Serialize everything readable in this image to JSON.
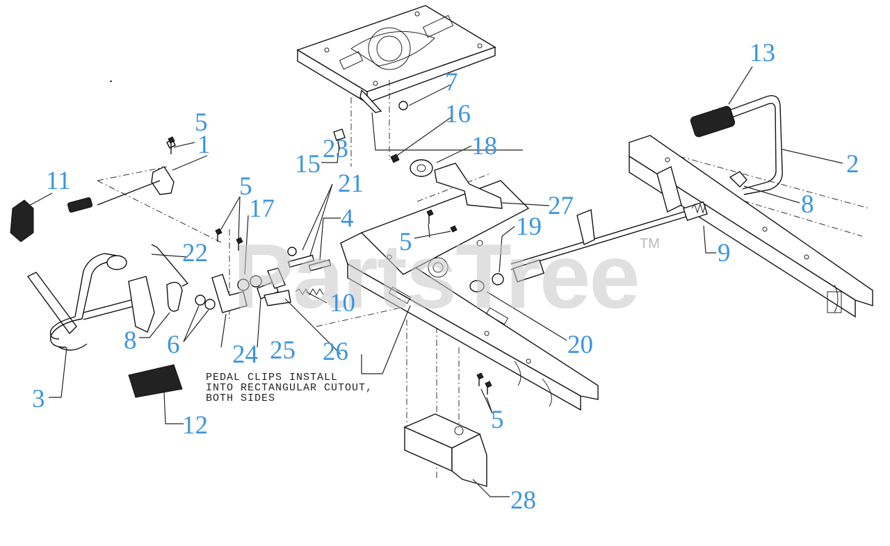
{
  "watermark": {
    "brand": "PartsTree",
    "trademark": "TM"
  },
  "note": {
    "text": "PEDAL CLIPS INSTALL\nINTO RECTANGULAR CUTOUT,\nBOTH SIDES"
  },
  "callouts": {
    "c1": "1",
    "c2": "2",
    "c3": "3",
    "c4": "4",
    "c5a": "5",
    "c5b": "5",
    "c5c": "5",
    "c5d": "5",
    "c6": "6",
    "c7": "7",
    "c8a": "8",
    "c8b": "8",
    "c9": "9",
    "c10": "10",
    "c11": "11",
    "c12": "12",
    "c13": "13",
    "c15": "15",
    "c16": "16",
    "c17": "17",
    "c18": "18",
    "c19": "19",
    "c20": "20",
    "c21": "21",
    "c22": "22",
    "c23": "23",
    "c24": "24",
    "c25": "25",
    "c26": "26",
    "c27": "27",
    "c28": "28"
  },
  "colors": {
    "callout": "#3b94e0",
    "linework": "#111111",
    "watermark": "#c8c8c8"
  }
}
